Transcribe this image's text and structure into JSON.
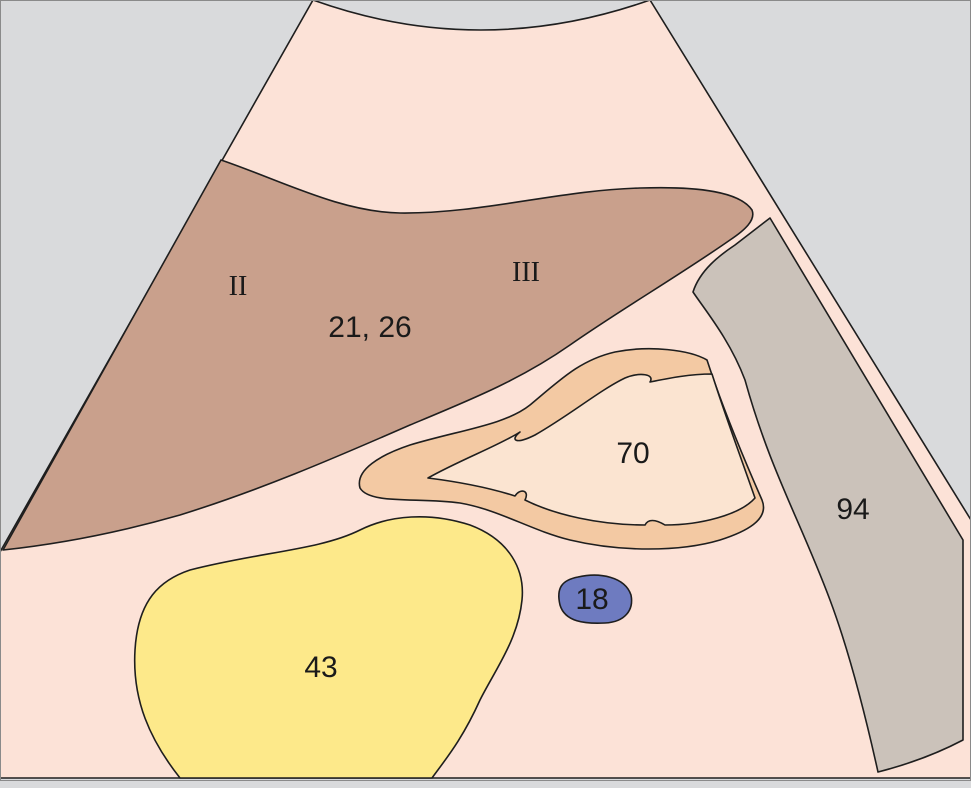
{
  "colors": {
    "background": "#d9dadc",
    "scan_field": "#fce2d7",
    "liver": "#c9a08c",
    "gallbladder_wall": "#f3c9a3",
    "gallbladder_lumen": "#fbe4d1",
    "structure_94": "#cbc2ba",
    "structure_43": "#fde98a",
    "structure_18": "#6e7bc0",
    "outline": "#1e1e1e"
  },
  "labels": {
    "segment_ii": "II",
    "segment_iii": "III",
    "liver_numbers": "21, 26",
    "gallbladder": "70",
    "right_structure": "94",
    "yellow_structure": "43",
    "blue_structure": "18"
  }
}
